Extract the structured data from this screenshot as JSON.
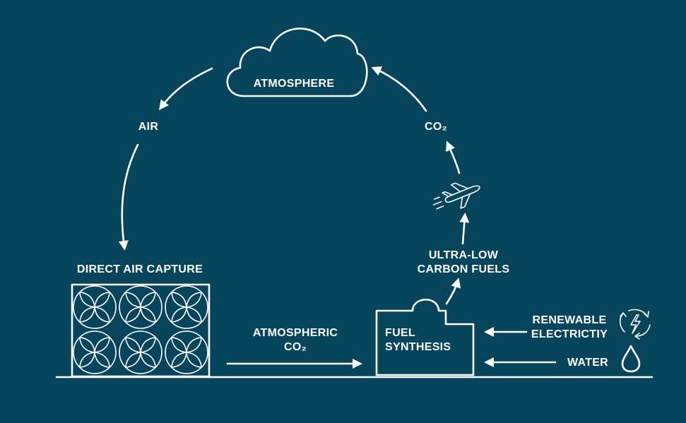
{
  "diagram": {
    "labels": {
      "atmosphere": "ATMOSPHERE",
      "air": "AIR",
      "co2_top": "CO₂",
      "dac": "DIRECT AIR CAPTURE",
      "fuels_line1": "ULTRA-LOW",
      "fuels_line2": "CARBON FUELS",
      "atm_co2_line1": "ATMOSPHERIC",
      "atm_co2_line2": "CO₂",
      "synth_line1": "FUEL",
      "synth_line2": "SYNTHESIS",
      "renew_line1": "RENEWABLE",
      "renew_line2": "ELECTRICTIY",
      "water": "WATER"
    },
    "icons": {
      "cloud": "cloud-icon",
      "airplane": "airplane-icon",
      "electricity": "renewable-electricity-icon",
      "water": "water-drop-icon",
      "fans": "fan-icon"
    },
    "colors": {
      "background": "#06455c",
      "foreground": "#ffffff"
    }
  }
}
